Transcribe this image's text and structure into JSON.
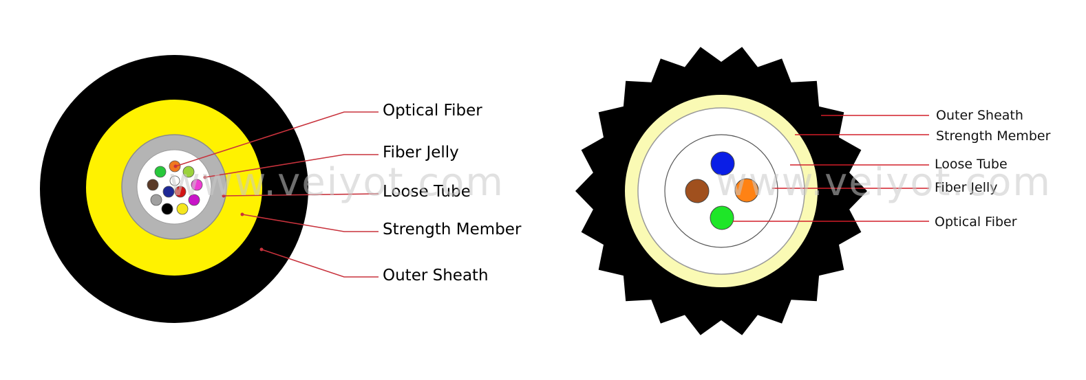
{
  "watermark": "www.veiyot.com",
  "left_diagram": {
    "labels": {
      "optical_fiber": "Optical Fiber",
      "fiber_jelly": "Fiber Jelly",
      "loose_tube": "Loose Tube",
      "strength_member": "Strength Member",
      "outer_sheath": "Outer Sheath"
    },
    "colors": {
      "sheath": "#000000",
      "strength_member": "#fff200",
      "tube": "#b4b4b4",
      "jelly": "#ffffff",
      "fibers": [
        "#f07820",
        "#9bd23c",
        "#ee3cd2",
        "#c814c8",
        "#f5e61e",
        "#000000",
        "#a0a0a0",
        "#5a3a28",
        "#28c83c",
        "#1e2896",
        "#d21414",
        "#ffffff"
      ]
    }
  },
  "right_diagram": {
    "labels": {
      "outer_sheath": "Outer Sheath",
      "strength_member": "Strength Member",
      "loose_tube": "Loose Tube",
      "fiber_jelly": "Fiber Jelly",
      "optical_fiber": "Optical Fiber"
    },
    "colors": {
      "sheath": "#000000",
      "strength_member": "#fafab4",
      "jelly": "#ffffff",
      "fibers": [
        "#0a1ee6",
        "#ff8214",
        "#a0501e",
        "#1ee628"
      ]
    }
  }
}
